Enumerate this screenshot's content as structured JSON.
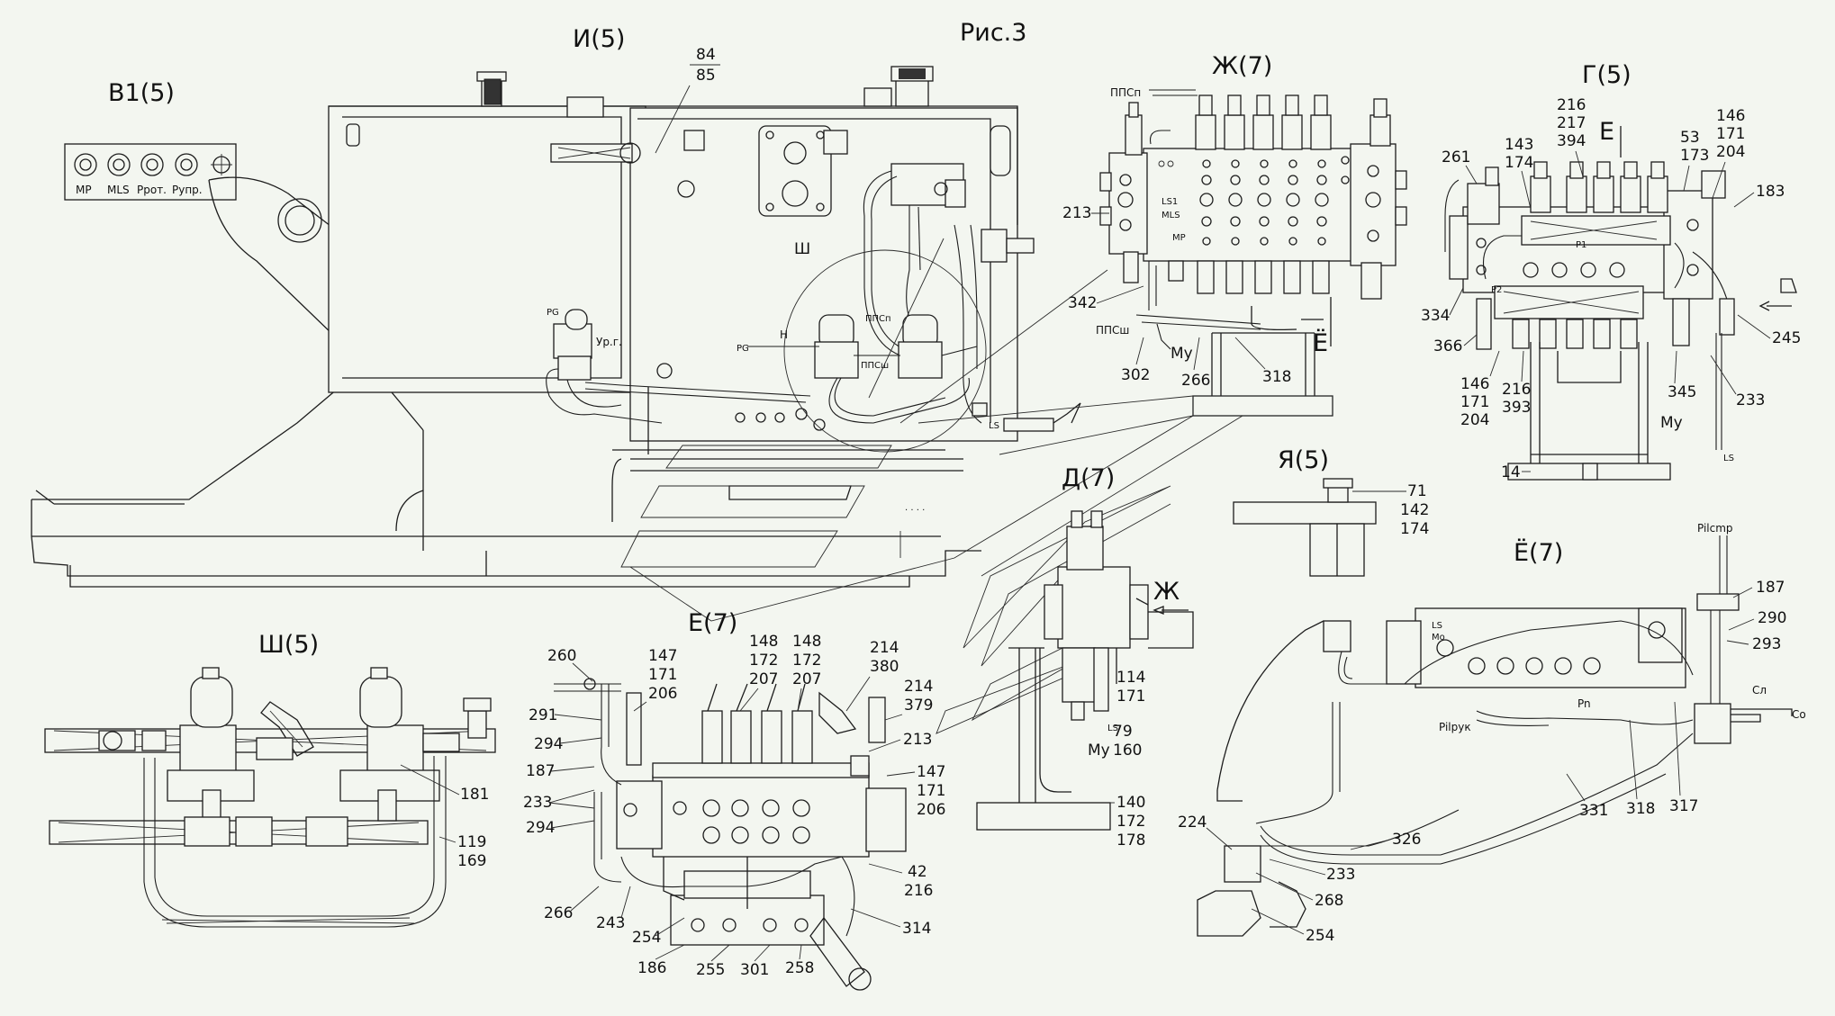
{
  "figure": "Рис.3",
  "views": {
    "v1": "B1(5)",
    "i": "И(5)",
    "zh": "Ж(7)",
    "g": "Г(5)",
    "d": "Д(7)",
    "ya": "Я(5)",
    "yo": "Ё(7)",
    "sh": "Ш(5)",
    "e": "Е(7)"
  },
  "view_v1_ports": [
    "MP",
    "MLS",
    "Pрот.",
    "Pупр."
  ],
  "view_i": {
    "item_84": "84",
    "item_85": "85",
    "item_sh": "Ш",
    "ppsp": "ППСп",
    "ppssh": "ППСш",
    "n": "Н",
    "urg": "Ур.г.",
    "rg": "РG",
    "ls": "LS"
  },
  "view_zh": {
    "ppsp": "ППСп",
    "ppssh": "ППСш",
    "ls1": "LS1",
    "mls": "MLS",
    "mr": "MP",
    "mu": "Mу",
    "arrow_yo": "Ё",
    "items": [
      "213",
      "342",
      "302",
      "266",
      "318"
    ]
  },
  "view_g": {
    "arrow_e": "Е",
    "mu": "Mу",
    "ls": "LS",
    "p1": "P1",
    "p2": "P2",
    "items": [
      "216",
      "217",
      "394",
      "143",
      "174",
      "261",
      "53",
      "173",
      "146",
      "171",
      "204",
      "183",
      "334",
      "366",
      "146",
      "171",
      "204",
      "216",
      "393",
      "345",
      "245",
      "233",
      "14"
    ]
  },
  "view_d": {
    "arrow_zh": "Ж",
    "ls": "LS",
    "mu": "Mу",
    "items": [
      "114",
      "171",
      "79",
      "160",
      "140",
      "172",
      "178"
    ]
  },
  "view_ya": {
    "items": [
      "71",
      "142",
      "174"
    ]
  },
  "view_yo": {
    "pilcmp": "Pilcmp",
    "pilpuk": "Pilрук",
    "pn": "Pn",
    "sl": "Сл",
    "so": "Со",
    "ls": "LS",
    "mo": "Mo",
    "items": [
      "187",
      "290",
      "293",
      "331",
      "318",
      "317",
      "224",
      "326",
      "233",
      "268",
      "254"
    ]
  },
  "view_sh": {
    "items": [
      "181",
      "119",
      "169"
    ]
  },
  "view_e": {
    "items": [
      "260",
      "147",
      "171",
      "206",
      "148",
      "172",
      "207",
      "148",
      "172",
      "207",
      "214",
      "380",
      "214",
      "379",
      "291",
      "294",
      "213",
      "187",
      "147",
      "171",
      "206",
      "233",
      "294",
      "42",
      "216",
      "266",
      "243",
      "254",
      "314",
      "186",
      "255",
      "301",
      "258"
    ]
  }
}
